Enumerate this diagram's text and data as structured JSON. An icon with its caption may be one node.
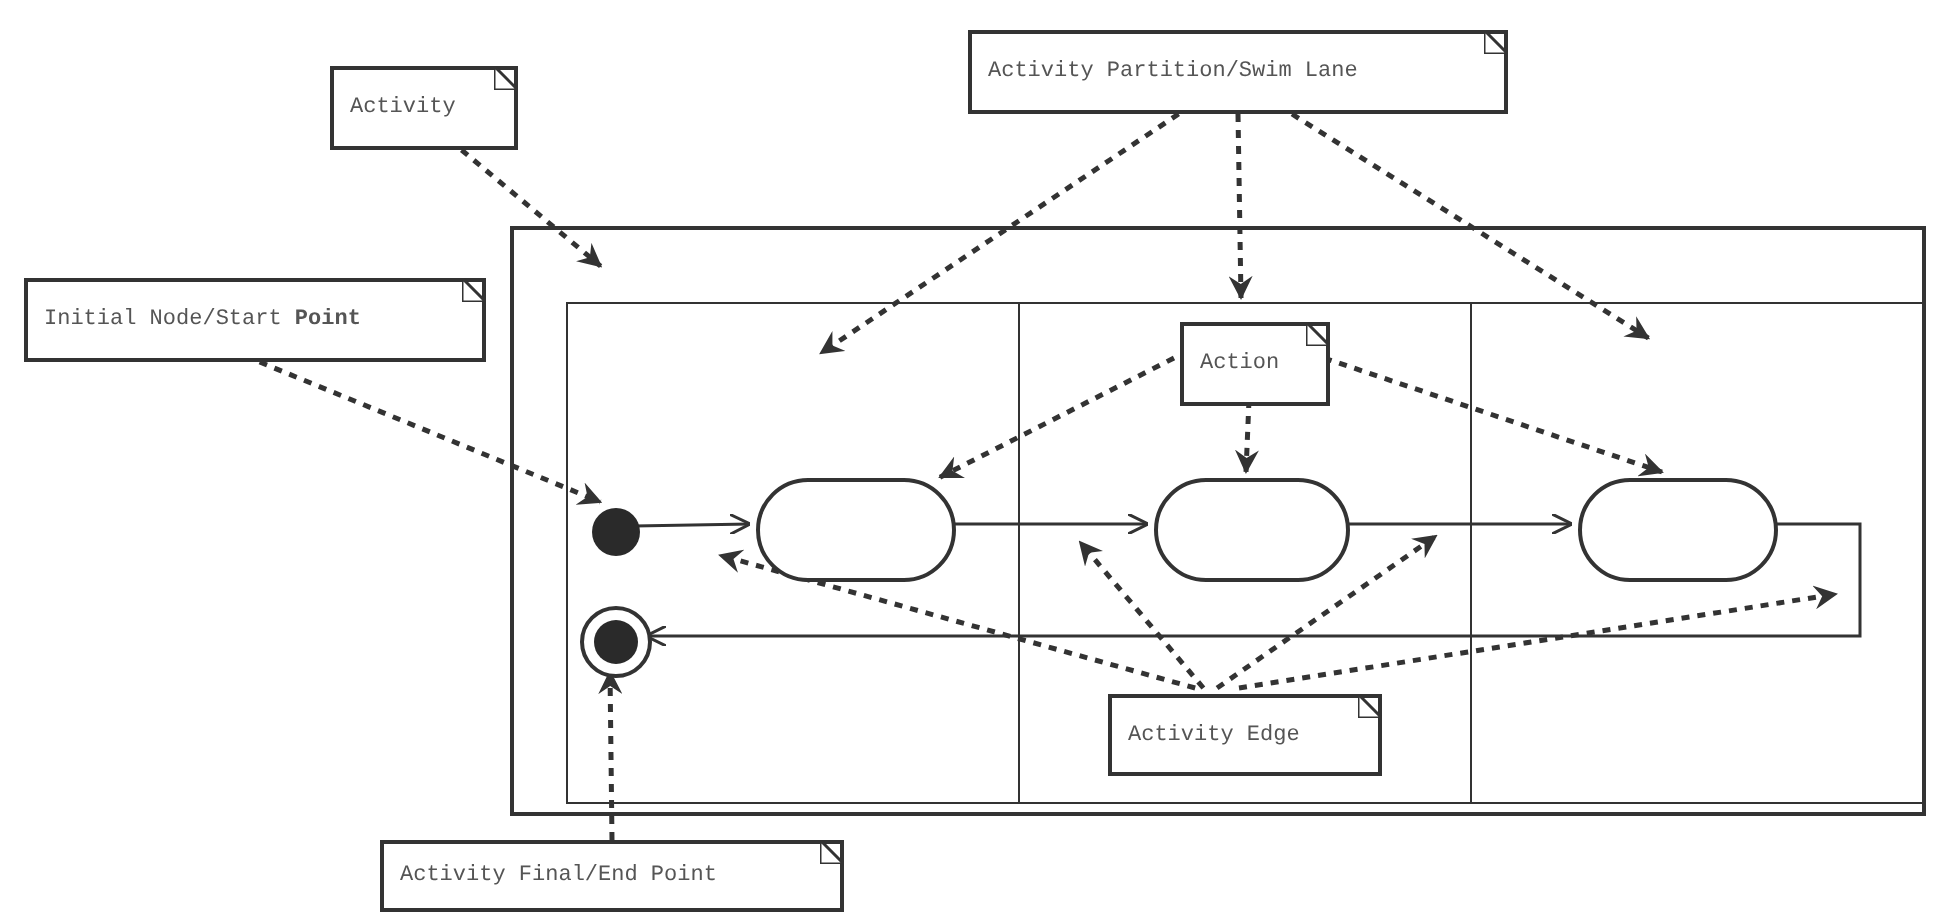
{
  "diagram": {
    "nodes": [
      {
        "text": [
          "Activity"
        ]
      },
      {
        "text": [
          "Activity Partition/Swim Lane"
        ]
      },
      {
        "text": [
          "Initial Node/Start **Point**"
        ]
      },
      {
        "text": [],
        "shape": "box"
      },
      {
        "text": [],
        "shape": "box",
        "in": 3
      },
      {
        "text": [],
        "shape": "box",
        "in": 3
      },
      {
        "text": [],
        "shape": "box",
        "in": 3
      },
      {
        "text": [
          "Action"
        ],
        "in": 5
      },
      {
        "text": [],
        "shape": "circle",
        "in": 4
      },
      {
        "text": [],
        "shape": "bullseye",
        "in": 4
      },
      {
        "text": [],
        "shape": "capsule",
        "in": 4
      },
      {
        "text": [],
        "shape": "capsule",
        "in": 5
      },
      {
        "text": [],
        "shape": "capsule",
        "in": 6
      },
      {
        "text": [
          "Activity Edge"
        ],
        "in": 5
      },
      {
        "text": [
          "Activity Final/End Point"
        ]
      }
    ],
    "edges": [
      {
        "from": 0,
        "to": 3,
        "arrow": "to",
        "style": "dashed"
      },
      {
        "from": 1,
        "to": 4,
        "arrow": "to",
        "style": "dashed"
      },
      {
        "from": 1,
        "to": 5,
        "arrow": "to",
        "style": "dashed"
      },
      {
        "from": 1,
        "to": 6,
        "arrow": "to",
        "style": "dashed"
      },
      {
        "from": 2,
        "to": 8,
        "arrow": "to",
        "style": "dashed"
      },
      {
        "from": 7,
        "to": 10,
        "arrow": "to",
        "style": "dashed"
      },
      {
        "from": 7,
        "to": 11,
        "arrow": "to",
        "style": "dashed"
      },
      {
        "from": 7,
        "to": 12,
        "arrow": "to",
        "style": "dashed"
      },
      {
        "from": 13,
        "to": 10,
        "arrow": "to",
        "style": "dashed"
      },
      {
        "from": 13,
        "to": null,
        "arrow": "to",
        "style": "dashed"
      },
      {
        "from": 13,
        "to": null,
        "arrow": "to",
        "style": "dashed"
      },
      {
        "from": 13,
        "to": null,
        "arrow": "to",
        "style": "dashed"
      },
      {
        "from": 14,
        "to": 9,
        "arrow": "to",
        "style": "dashed"
      },
      {
        "from": 8,
        "to": 10,
        "arrow": "to"
      },
      {
        "from": 10,
        "to": 11,
        "arrow": "to"
      },
      {
        "from": 11,
        "to": 12,
        "arrow": "to"
      },
      {
        "from": 12,
        "to": 9,
        "arrow": "to"
      }
    ]
  }
}
